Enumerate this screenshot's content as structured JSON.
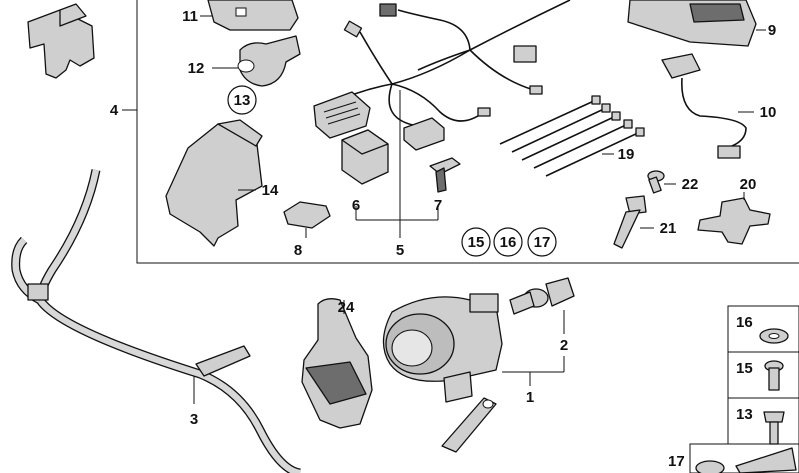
{
  "callouts": {
    "c1": "1",
    "c2": "2",
    "c3": "3",
    "c4": "4",
    "c5": "5",
    "c6": "6",
    "c7": "7",
    "c8": "8",
    "c9": "9",
    "c10": "10",
    "c11": "11",
    "c12": "12",
    "c13": "13",
    "c14": "14",
    "c15": "15",
    "c16": "16",
    "c17": "17",
    "c19": "19",
    "c20": "20",
    "c21": "21",
    "c22": "22",
    "c24": "24"
  },
  "side_panel": {
    "p16": "16",
    "p15": "15",
    "p13": "13",
    "p17": "17"
  }
}
